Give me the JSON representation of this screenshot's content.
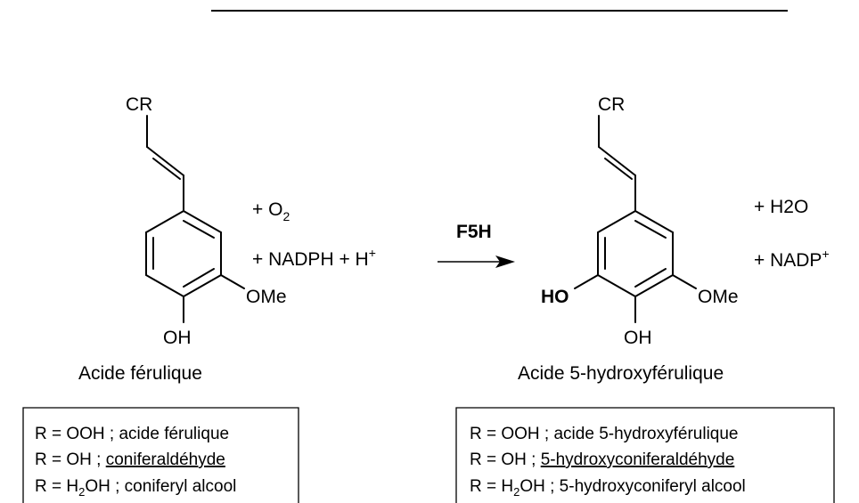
{
  "reactant": {
    "top_group": "CR",
    "methoxy": "OMe",
    "hydroxy": "OH",
    "name": "Acide férulique",
    "box_lines": [
      {
        "pre": "R = OOH ; acide férulique",
        "sub": "",
        "post": "",
        "underlined": ""
      },
      {
        "pre": "R = OH ; ",
        "sub": "",
        "post": "",
        "underlined": "coniferaldéhyde"
      },
      {
        "pre": "R = H",
        "sub": "2",
        "post": "OH ; coniferyl alcool",
        "underlined": ""
      }
    ]
  },
  "cosubstrates": {
    "o2_prefix": "+ O",
    "o2_sub": "2",
    "nadph": "+ NADPH + H",
    "nadph_sup": "+"
  },
  "enzyme": "F5H",
  "product": {
    "top_group": "CR",
    "new_hydroxy": "HO",
    "methoxy": "OMe",
    "hydroxy": "OH",
    "name": "Acide 5-hydroxyférulique",
    "box_lines": [
      {
        "pre": "R = OOH ; acide 5-hydroxyférulique",
        "sub": "",
        "post": "",
        "underlined": ""
      },
      {
        "pre": "R = OH ; ",
        "sub": "",
        "post": "",
        "underlined": "5-hydroxyconiferaldéhyde"
      },
      {
        "pre": "R = H",
        "sub": "2",
        "post": "OH ; 5-hydroxyconiferyl alcool",
        "underlined": ""
      }
    ]
  },
  "coproducts": {
    "water": "+  H2O",
    "nadp": "+  NADP",
    "nadp_sup": "+"
  }
}
